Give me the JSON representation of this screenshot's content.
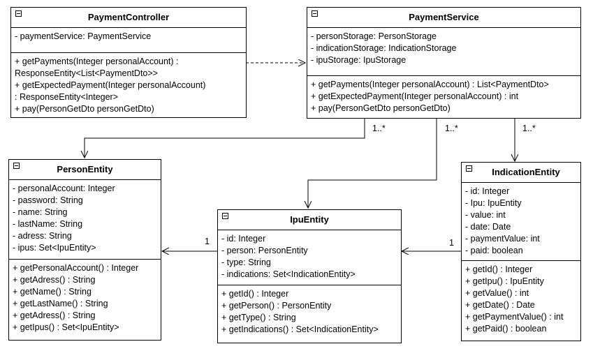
{
  "classes": {
    "payment_controller": {
      "name": "PaymentController",
      "attributes": [
        "- paymentService: PaymentService"
      ],
      "methods": [
        "+ getPayments(Integer personalAccount) :",
        "ResponseEntity<List<PaymentDto>>",
        "+ getExpectedPayment(Integer personalAccount)",
        ": ResponseEntity<Integer>",
        "+ pay(PersonGetDto personGetDto)"
      ]
    },
    "payment_service": {
      "name": "PaymentService",
      "attributes": [
        "- personStorage: PersonStorage",
        "- indicationStorage: IndicationStorage",
        "- ipuStorage: IpuStorage"
      ],
      "methods": [
        "+ getPayments(Integer personalAccount) : List<PaymentDto>",
        "+ getExpectedPayment(Integer personalAccount) : int",
        "+ pay(PersonGetDto personGetDto)"
      ]
    },
    "person_entity": {
      "name": "PersonEntity",
      "attributes": [
        "- personalAccount: Integer",
        "- password: String",
        "- name: String",
        "- lastName: String",
        "- adress: String",
        "- ipus: Set<IpuEntity>"
      ],
      "methods": [
        "+ getPersonalAccount() : Integer",
        "+ getAdress() : String",
        "+ getName() : String",
        "+ getLastName() : String",
        "+ getAdress() : String",
        "+ getIpus() : Set<IpuEntity>"
      ]
    },
    "ipu_entity": {
      "name": "IpuEntity",
      "attributes": [
        "- id: Integer",
        "- person: PersonEntity",
        "- type: String",
        "- indications: Set<IndicationEntity>"
      ],
      "methods": [
        "+ getId() : Integer",
        "+ getPerson() : PersonEntity",
        "+ getType() : String",
        "+ getIndications() : Set<IndicationEntity>"
      ]
    },
    "indication_entity": {
      "name": "IndicationEntity",
      "attributes": [
        "- id: Integer",
        "- Ipu: IpuEntity",
        "- value: int",
        "- date: Date",
        "- paymentValue: int",
        "- paid: boolean"
      ],
      "methods": [
        "+ getId() : Integer",
        "+ getIpu() : IpuEntity",
        "+ getValue() : int",
        "+ getDate() : Date",
        "+ getPaymentValue() : int",
        "+ getPaid() : boolean"
      ]
    }
  },
  "multiplicities": {
    "service_to_person": "1..*",
    "service_to_ipu": "1..*",
    "service_to_indication": "1..*",
    "ipu_to_person": "1",
    "indication_to_ipu": "1"
  }
}
